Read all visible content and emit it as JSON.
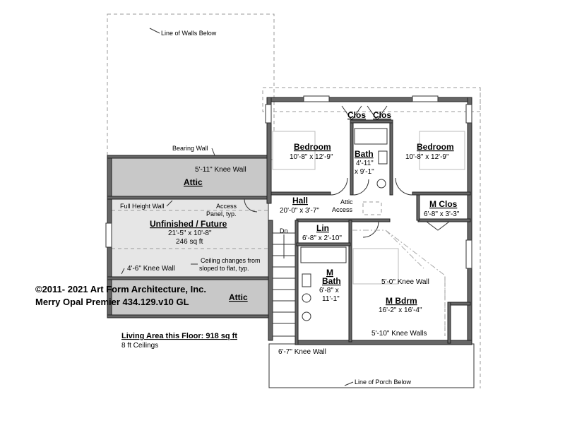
{
  "labels": {
    "line_walls_below": "Line of Walls Below",
    "bearing_wall": "Bearing Wall",
    "knee_wall_attic_top": "5'-11\" Knee Wall",
    "attic_top": "Attic",
    "full_height_wall": "Full Height Wall",
    "access_panel_1": "Access",
    "access_panel_2": "Panel, typ.",
    "unfinished_title": "Unfinished / Future",
    "unfinished_dims": "21'-5\" x 10'-8\"",
    "unfinished_sqft": "246 sq ft",
    "knee_wall_46": "4'-6\" Knee Wall",
    "ceiling_changes_1": "Ceiling changes from",
    "ceiling_changes_2": "sloped to flat, typ.",
    "attic_bottom": "Attic",
    "copyright_1": "©2011- 2021 Art Form Architecture, Inc.",
    "copyright_2": "Merry Opal Premier 434.129.v10 GL",
    "living_area": "Living Area this Floor: 918 sq ft",
    "ceilings": "8 ft Ceilings",
    "clos_1": "Clos",
    "clos_2": "Clos",
    "bedroom_left": "Bedroom",
    "bedroom_left_dims": "10'-8\" x 12'-9\"",
    "bath": "Bath",
    "bath_dims_1": "4'-11\"",
    "bath_dims_2": "x 9'-1\"",
    "bedroom_right": "Bedroom",
    "bedroom_right_dims": "10'-8\" x 12'-9\"",
    "hall": "Hall",
    "hall_dims": "20'-0\" x 3'-7\"",
    "attic_access_1": "Attic",
    "attic_access_2": "Access",
    "m_clos": "M Clos",
    "m_clos_dims": "6'-8\" x 3'-3\"",
    "lin": "Lin",
    "lin_dims": "6'-8\" x 2'-10\"",
    "dn": "Dn",
    "m_bath_1": "M",
    "m_bath_2": "Bath",
    "m_bath_dims_1": "6'-8\" x",
    "m_bath_dims_2": "11'-1\"",
    "knee_wall_50": "5'-0\" Knee Wall",
    "m_bdrm": "M Bdrm",
    "m_bdrm_dims": "16'-2\" x 16'-4\"",
    "knee_walls_510": "5'-10\" Knee Walls",
    "knee_wall_67": "6'-7\" Knee Wall",
    "line_porch_below": "Line of Porch Below"
  }
}
